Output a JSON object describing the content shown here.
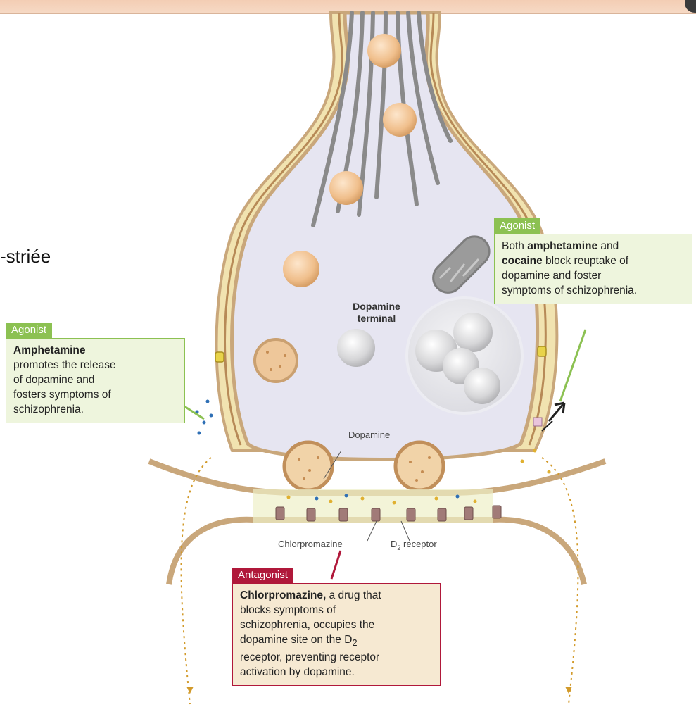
{
  "left_fragment": "-striée",
  "terminal_label": [
    "Dopamine",
    "terminal"
  ],
  "dopamine_label": "Dopamine",
  "chlorpromazine_label": "Chlorpromazine",
  "d2_receptor_label": {
    "main": "D",
    "sub": "2",
    "rest": " receptor"
  },
  "callouts": {
    "agonist_left": {
      "tag": "Agonist",
      "lines": [
        [
          {
            "b": "Amphetamine"
          }
        ],
        [
          {
            "t": "promotes the release"
          }
        ],
        [
          {
            "t": "of dopamine and"
          }
        ],
        [
          {
            "t": "fosters symptoms of"
          }
        ],
        [
          {
            "t": "schizophrenia."
          }
        ]
      ]
    },
    "agonist_right": {
      "tag": "Agonist",
      "lines": [
        [
          {
            "t": "Both "
          },
          {
            "b": "amphetamine"
          },
          {
            "t": " and"
          }
        ],
        [
          {
            "b": "cocaine"
          },
          {
            "t": " block reuptake of"
          }
        ],
        [
          {
            "t": "dopamine and foster"
          }
        ],
        [
          {
            "t": "symptoms of schizophrenia."
          }
        ]
      ]
    },
    "antagonist": {
      "tag": "Antagonist",
      "lines": [
        [
          {
            "b": "Chlorpromazine,"
          },
          {
            "t": " a drug that"
          }
        ],
        [
          {
            "t": "blocks symptoms of"
          }
        ],
        [
          {
            "t": "schizophrenia, occupies the"
          }
        ],
        [
          {
            "t": "dopamine site on the D"
          },
          {
            "sub": "2"
          }
        ],
        [
          {
            "t": "receptor, preventing receptor"
          }
        ],
        [
          {
            "t": "activation by dopamine."
          }
        ]
      ]
    }
  },
  "colors": {
    "agonist": "#8cc152",
    "antagonist": "#b0183a",
    "membrane": "#c9a77b",
    "cytoplasm": "#e4e3f0",
    "vesicle": "#f2c79c"
  }
}
